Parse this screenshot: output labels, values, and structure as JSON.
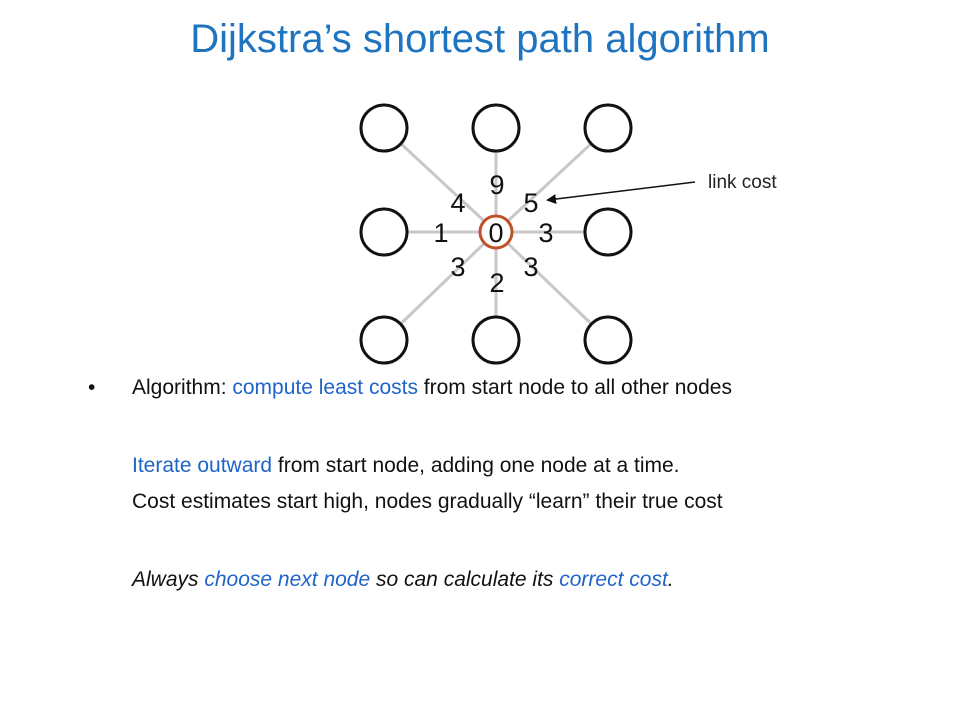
{
  "title": "Dijkstra’s shortest path algorithm",
  "diagram": {
    "center_label": "0",
    "link_costs": {
      "top_left": "4",
      "top": "9",
      "top_right": "5",
      "left": "1",
      "right": "3",
      "bottom_left": "3",
      "bottom": "2",
      "bottom_right": "3"
    },
    "annotation": "link cost",
    "colors": {
      "center_node": "#c0502a",
      "edge": "#c8c8c8",
      "node": "#111111"
    }
  },
  "bullets": {
    "line1": {
      "prefix": "Algorithm: ",
      "highlight": "compute least costs",
      "suffix": " from start node to all other nodes"
    },
    "line2": {
      "highlight": "Iterate outward",
      "suffix": " from start node, adding one node at a time."
    },
    "line3": {
      "text": "Cost estimates start high, nodes gradually “learn” their true cost"
    },
    "line4": {
      "prefix": "Always ",
      "highlight1": "choose next node",
      "middle": " so can calculate its ",
      "highlight2": "correct cost",
      "suffix": "."
    }
  },
  "colors": {
    "title": "#1f74c0",
    "highlight": "#1f64c8"
  }
}
